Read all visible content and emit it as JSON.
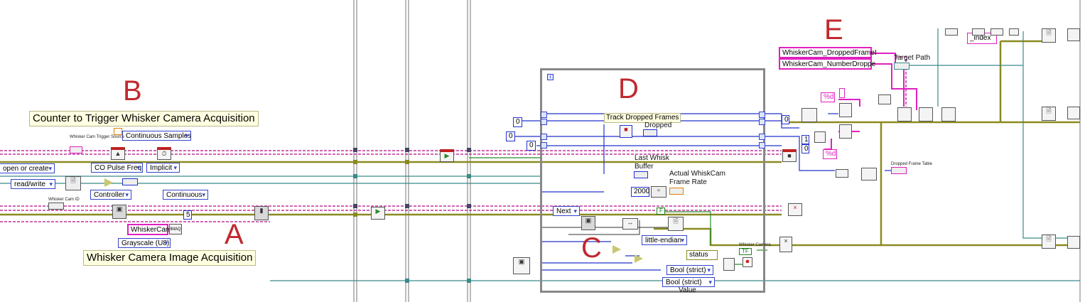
{
  "annotations": {
    "a": "A",
    "b": "B",
    "c": "C",
    "d": "D",
    "e": "E"
  },
  "banners": {
    "counter_trigger": "Counter to Trigger Whisker Camera Acquisition",
    "image_acquisition": "Whisker Camera Image Acquisition"
  },
  "left_section": {
    "continuous_samples": "Continuous Samples",
    "co_pulse_freq": "CO Pulse Freq",
    "implicit": "Implicit",
    "open_or_create": "open or create",
    "read_write": "read/write",
    "controller": "Controller",
    "continuous": "Continuous",
    "whiskercam": "WhiskerCam",
    "grayscale": "Grayscale (U8)",
    "five": "5",
    "trigger_source": "Whisker Cam Trigger Source",
    "cam_id": "Whisker Cam ID"
  },
  "loop": {
    "track_dropped": "Track Dropped Frames",
    "dropped": "Dropped",
    "last_whisk_buffer_1": "Last Whisk",
    "last_whisk_buffer_2": "Buffer",
    "actual_rate_1": "Actual WhiskCam",
    "actual_rate_2": "Frame Rate",
    "rate_const": "2000",
    "next": "Next",
    "little_endian": "little-endian",
    "status": "status",
    "bool_strict_1": "Bool (strict)",
    "bool_strict_2": "Bool (strict)",
    "value": "Value",
    "c0": "0",
    "c0b": "0",
    "c0c": "0",
    "iteration": "i",
    "whisker_camera_lbl": "Whisker Camera",
    "tf": "TF",
    "f": "F"
  },
  "right_section": {
    "dropped_frame_label": "WhiskerCam_DroppedFrameI",
    "number_dropped_label": "WhiskerCam_NumberDroppe",
    "target_path": "Target Path",
    "index": "_index",
    "fmt1": "%d",
    "fmt2": "%d",
    "c0": "0",
    "c1": "1",
    "c0b": "0",
    "dropped_frame_table": "Dropped Frame Table"
  }
}
